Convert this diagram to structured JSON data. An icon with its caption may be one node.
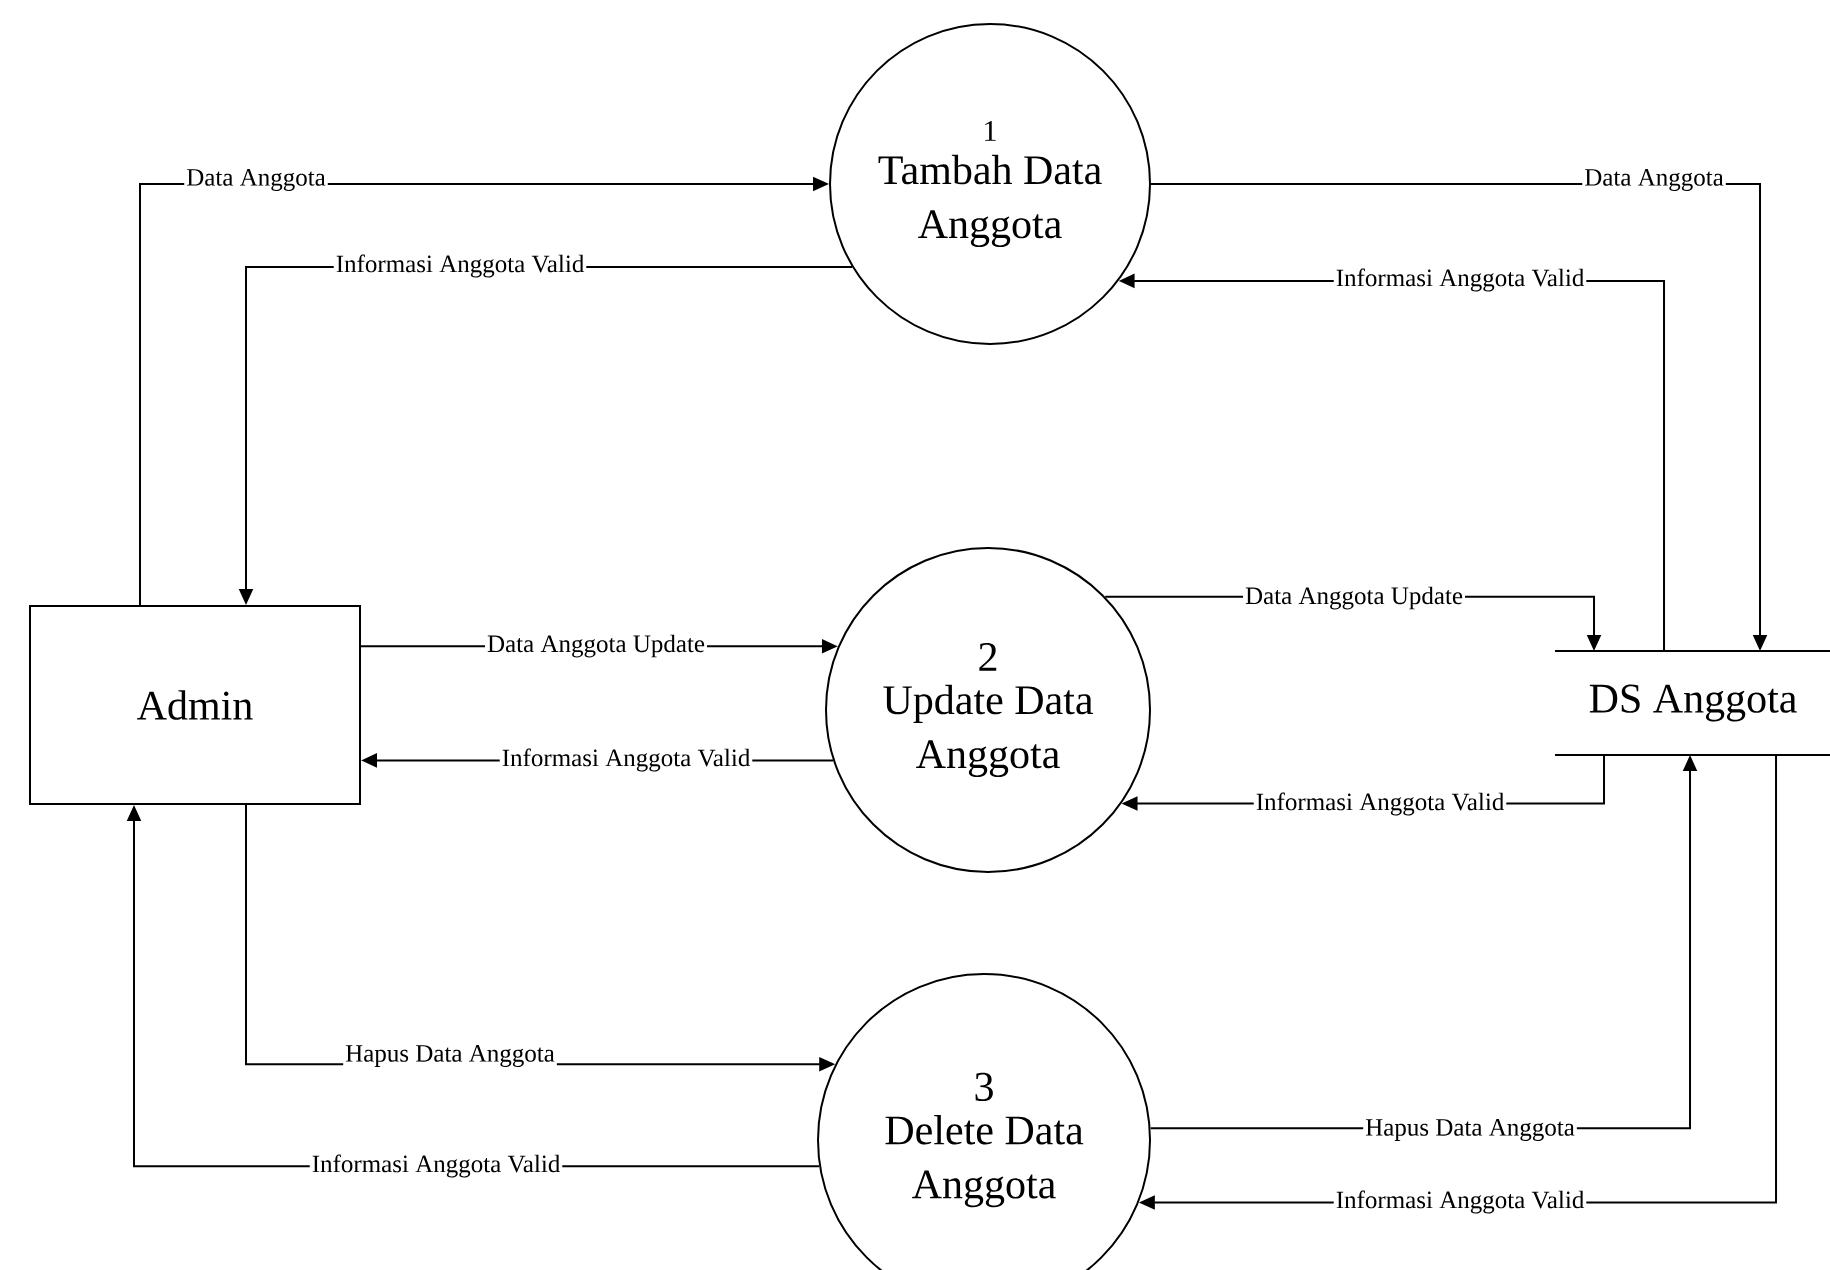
{
  "diagram": {
    "nodes": [
      {
        "text": [
          "Admin"
        ]
      },
      {
        "text": [
          "1",
          "Tambah Data Anggota"
        ]
      },
      {
        "text": [
          "2",
          "Update Data Anggota"
        ]
      },
      {
        "text": [
          "3",
          "Delete Data Anggota"
        ]
      },
      {
        "text": [
          "DS Anggota"
        ]
      }
    ],
    "edges": [
      {
        "from": 0,
        "to": 1,
        "arrow": "to",
        "label": "Data Anggota"
      },
      {
        "from": 1,
        "to": 0,
        "arrow": "to",
        "label": "Informasi Anggota Valid"
      },
      {
        "from": 1,
        "to": 4,
        "arrow": "to",
        "label": "Data Anggota"
      },
      {
        "from": 4,
        "to": 1,
        "arrow": "to",
        "label": "Informasi Anggota Valid"
      },
      {
        "from": 0,
        "to": 2,
        "arrow": "to",
        "label": "Data Anggota Update"
      },
      {
        "from": 2,
        "to": 0,
        "arrow": "to",
        "label": "Informasi Anggota Valid"
      },
      {
        "from": 2,
        "to": 4,
        "arrow": "to",
        "label": "Data Anggota Update"
      },
      {
        "from": 4,
        "to": 2,
        "arrow": "to",
        "label": "Informasi Anggota Valid"
      },
      {
        "from": 0,
        "to": 3,
        "arrow": "to",
        "label": "Hapus Data Anggota"
      },
      {
        "from": 3,
        "to": 0,
        "arrow": "to",
        "label": "Informasi Anggota Valid"
      },
      {
        "from": 3,
        "to": 4,
        "arrow": "to",
        "label": "Hapus Data Anggota"
      },
      {
        "from": 4,
        "to": 3,
        "arrow": "to",
        "label": "Informasi Anggota Valid"
      }
    ]
  }
}
